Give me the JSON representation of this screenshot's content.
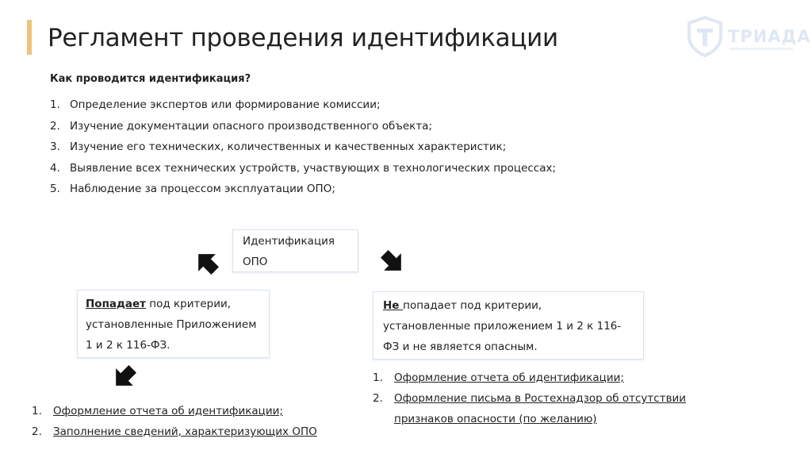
{
  "header": {
    "title": "Регламент проведения идентификации",
    "accent_color": "#f0c27b"
  },
  "logo": {
    "text": "ТРИАДА",
    "icon": "shield-logo-icon",
    "color": "#dfe7f3"
  },
  "main": {
    "subtitle": "Как проводится идентификация?",
    "steps": [
      {
        "num": "1.",
        "text": "Определение экспертов или формирование комиссии;"
      },
      {
        "num": "2.",
        "text": "Изучение документации опасного производственного объекта;"
      },
      {
        "num": "3.",
        "text": "Изучение его технических, количественных и качественных характеристик;"
      },
      {
        "num": "4.",
        "text": "Выявление всех технических устройств, участвующих в технологических процессах;"
      },
      {
        "num": "5.",
        "text": "Наблюдение за процессом эксплуатации ОПО;"
      }
    ]
  },
  "flow": {
    "center": {
      "line1": "Идентификация",
      "line2": "ОПО"
    },
    "left": {
      "emph": "Попадает",
      "rest": " под критерии,",
      "line2": "установленные Приложением",
      "line3": "1 и 2 к 116-ФЗ."
    },
    "right": {
      "emph": "Не ",
      "rest": "попадает под критерии,",
      "line2": "установленные приложением 1 и 2 к 116-",
      "line3": "ФЗ и не является опасным."
    },
    "arrow_icon": "arrow-down-icon"
  },
  "results_left": [
    {
      "num": "1.",
      "text": "Оформление отчета об идентификации;"
    },
    {
      "num": "2.",
      "text": " Заполнение сведений, характеризующих ОПО"
    }
  ],
  "results_right": [
    {
      "num": "1.",
      "text": "Оформление отчета об идентификации;"
    },
    {
      "num": "2.",
      "text": "Оформление письма в Ростехнадзор об отсутствии признаков опасности (по желанию)"
    }
  ]
}
